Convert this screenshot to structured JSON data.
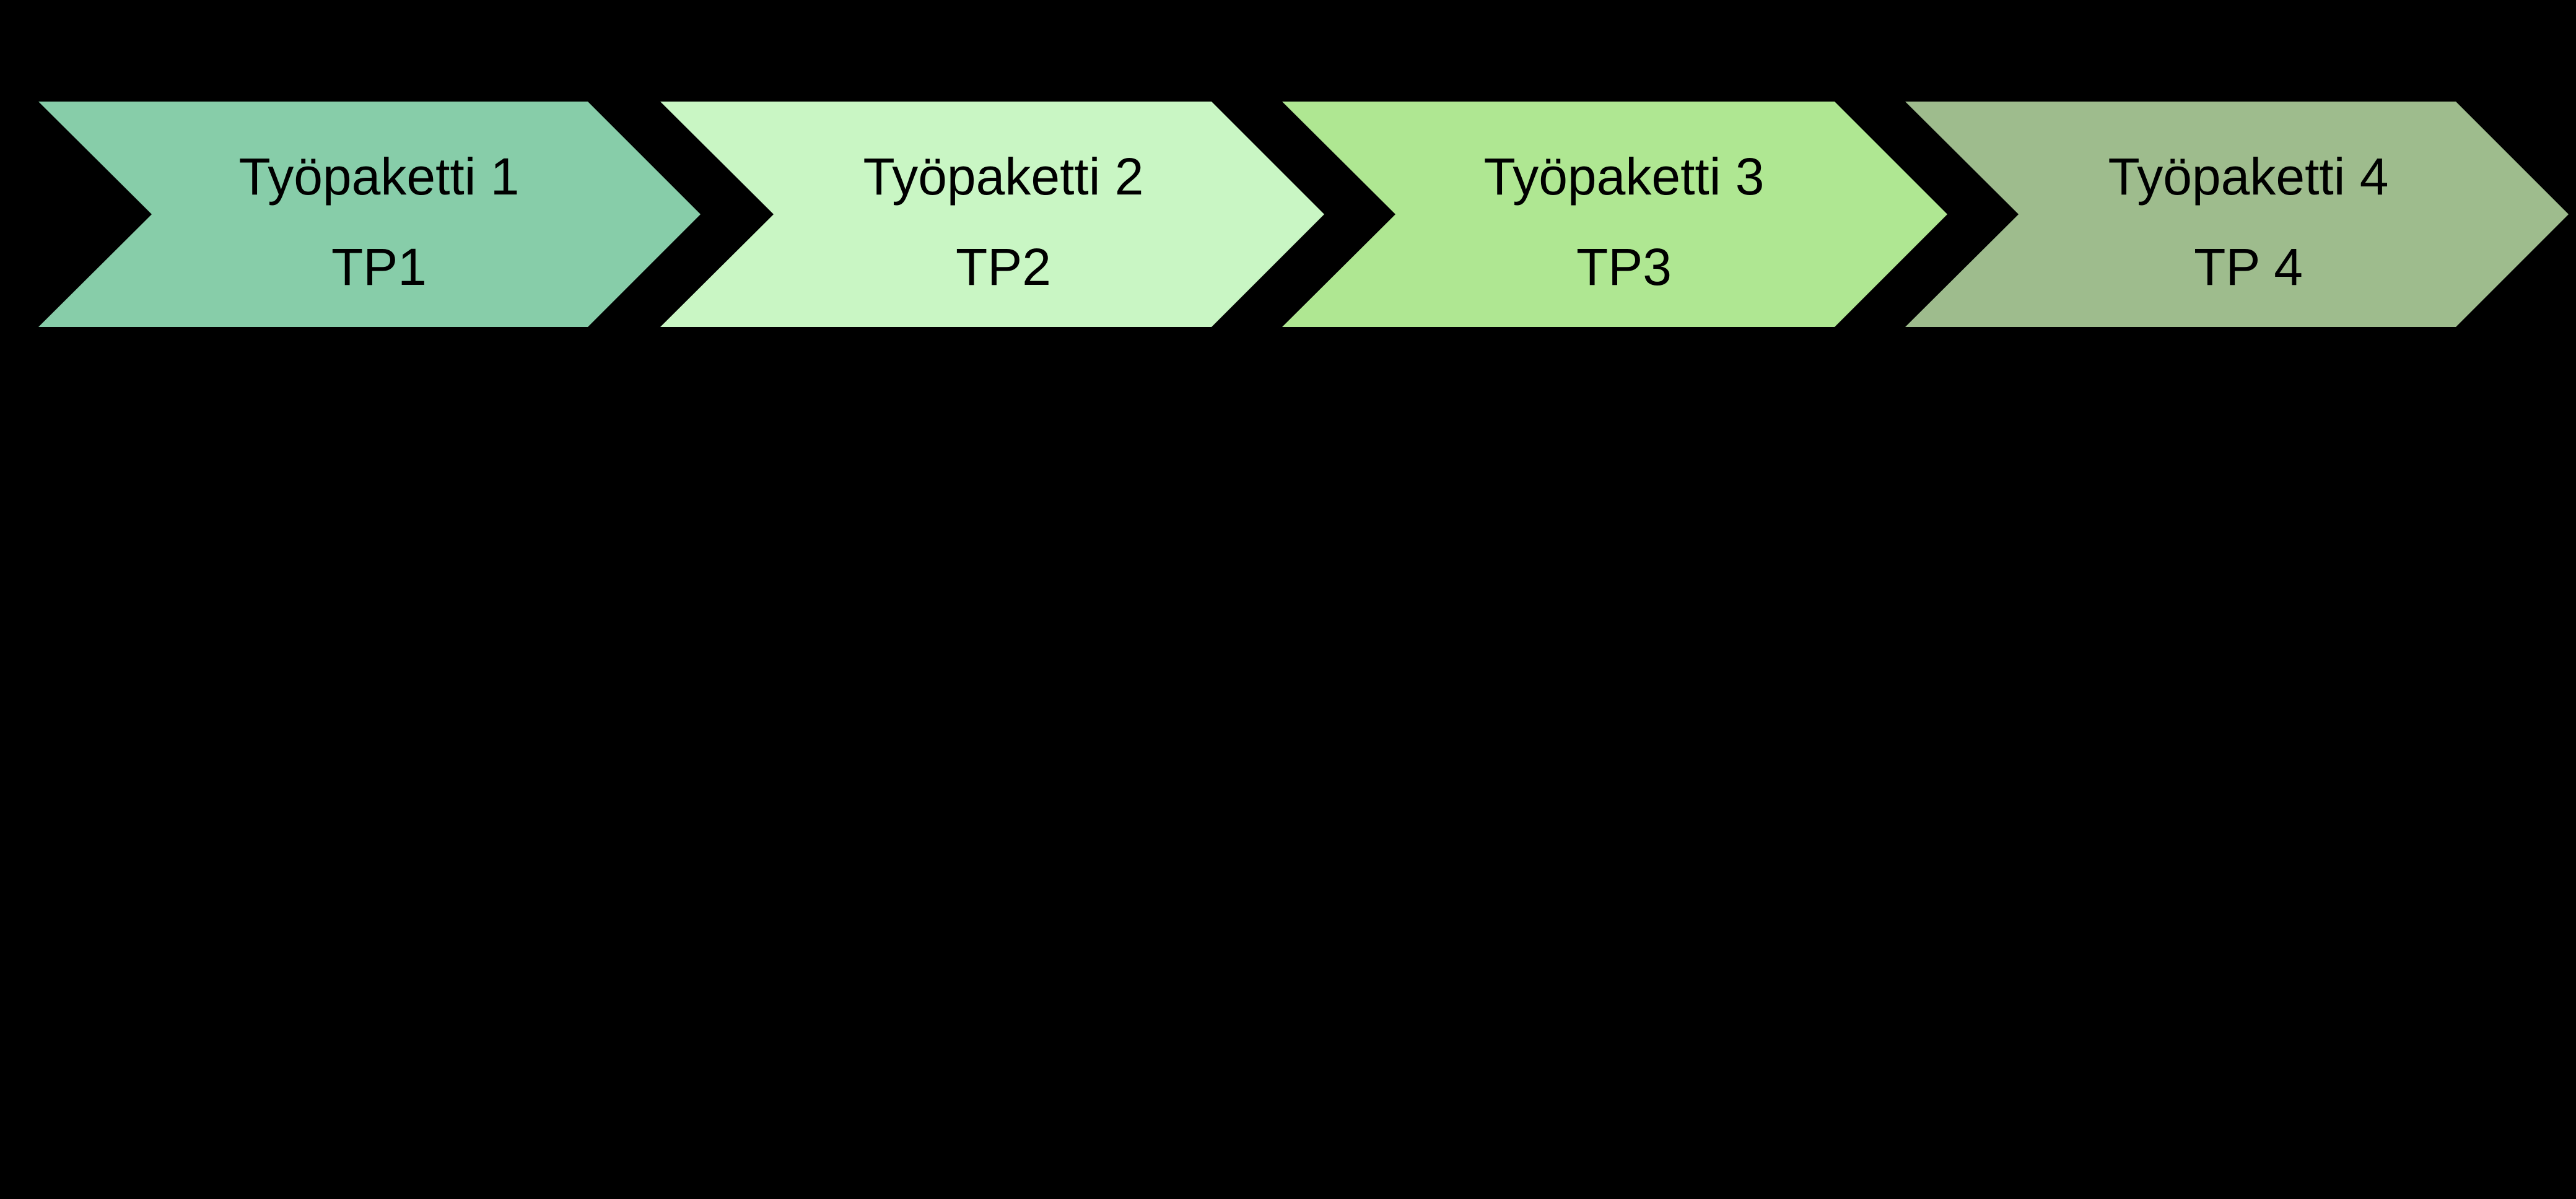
{
  "flow": {
    "background": "#000000",
    "text_color": "#000000",
    "steps": [
      {
        "title": "Työpaketti 1",
        "code": "TP1",
        "fill": "#87CDA9"
      },
      {
        "title": "Työpaketti 2",
        "code": "TP2",
        "fill": "#C9F6C4"
      },
      {
        "title": "Työpaketti 3",
        "code": "TP3",
        "fill": "#AFE792"
      },
      {
        "title": "Työpaketti 4",
        "code": "TP 4",
        "fill": "#9EBC8D"
      }
    ]
  }
}
